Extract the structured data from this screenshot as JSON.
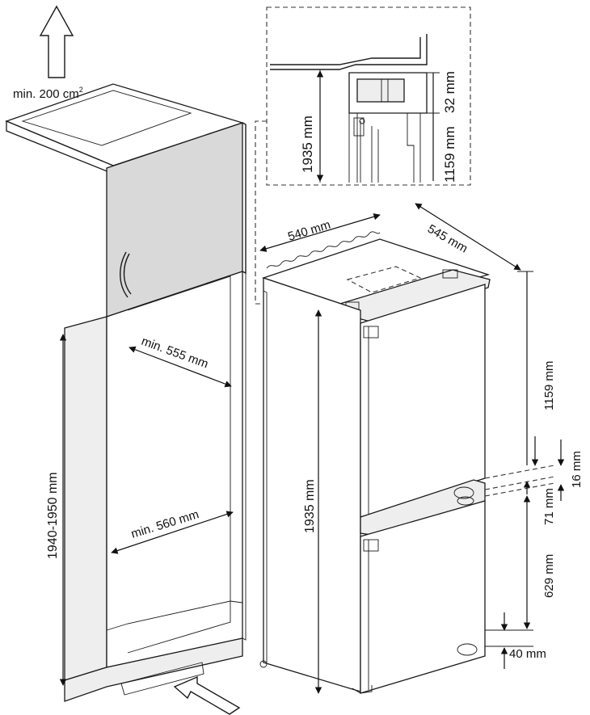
{
  "labels": {
    "vent_area": "min. 200 cm",
    "vent_sup": "2",
    "cab_height": "1940-1950 mm",
    "niche_depth": "min. 555 mm",
    "niche_width": "min. 560 mm",
    "fridge_width": "540 mm",
    "fridge_depth": "545 mm",
    "fridge_height": "1935 mm",
    "upper_height": "1159 mm",
    "gap_16": "16 mm",
    "gap_71": "71 mm",
    "lower_height": "629 mm",
    "bottom_40": "40 mm",
    "detail_1935": "1935 mm",
    "detail_32": "32 mm",
    "detail_1159": "1159 mm"
  }
}
